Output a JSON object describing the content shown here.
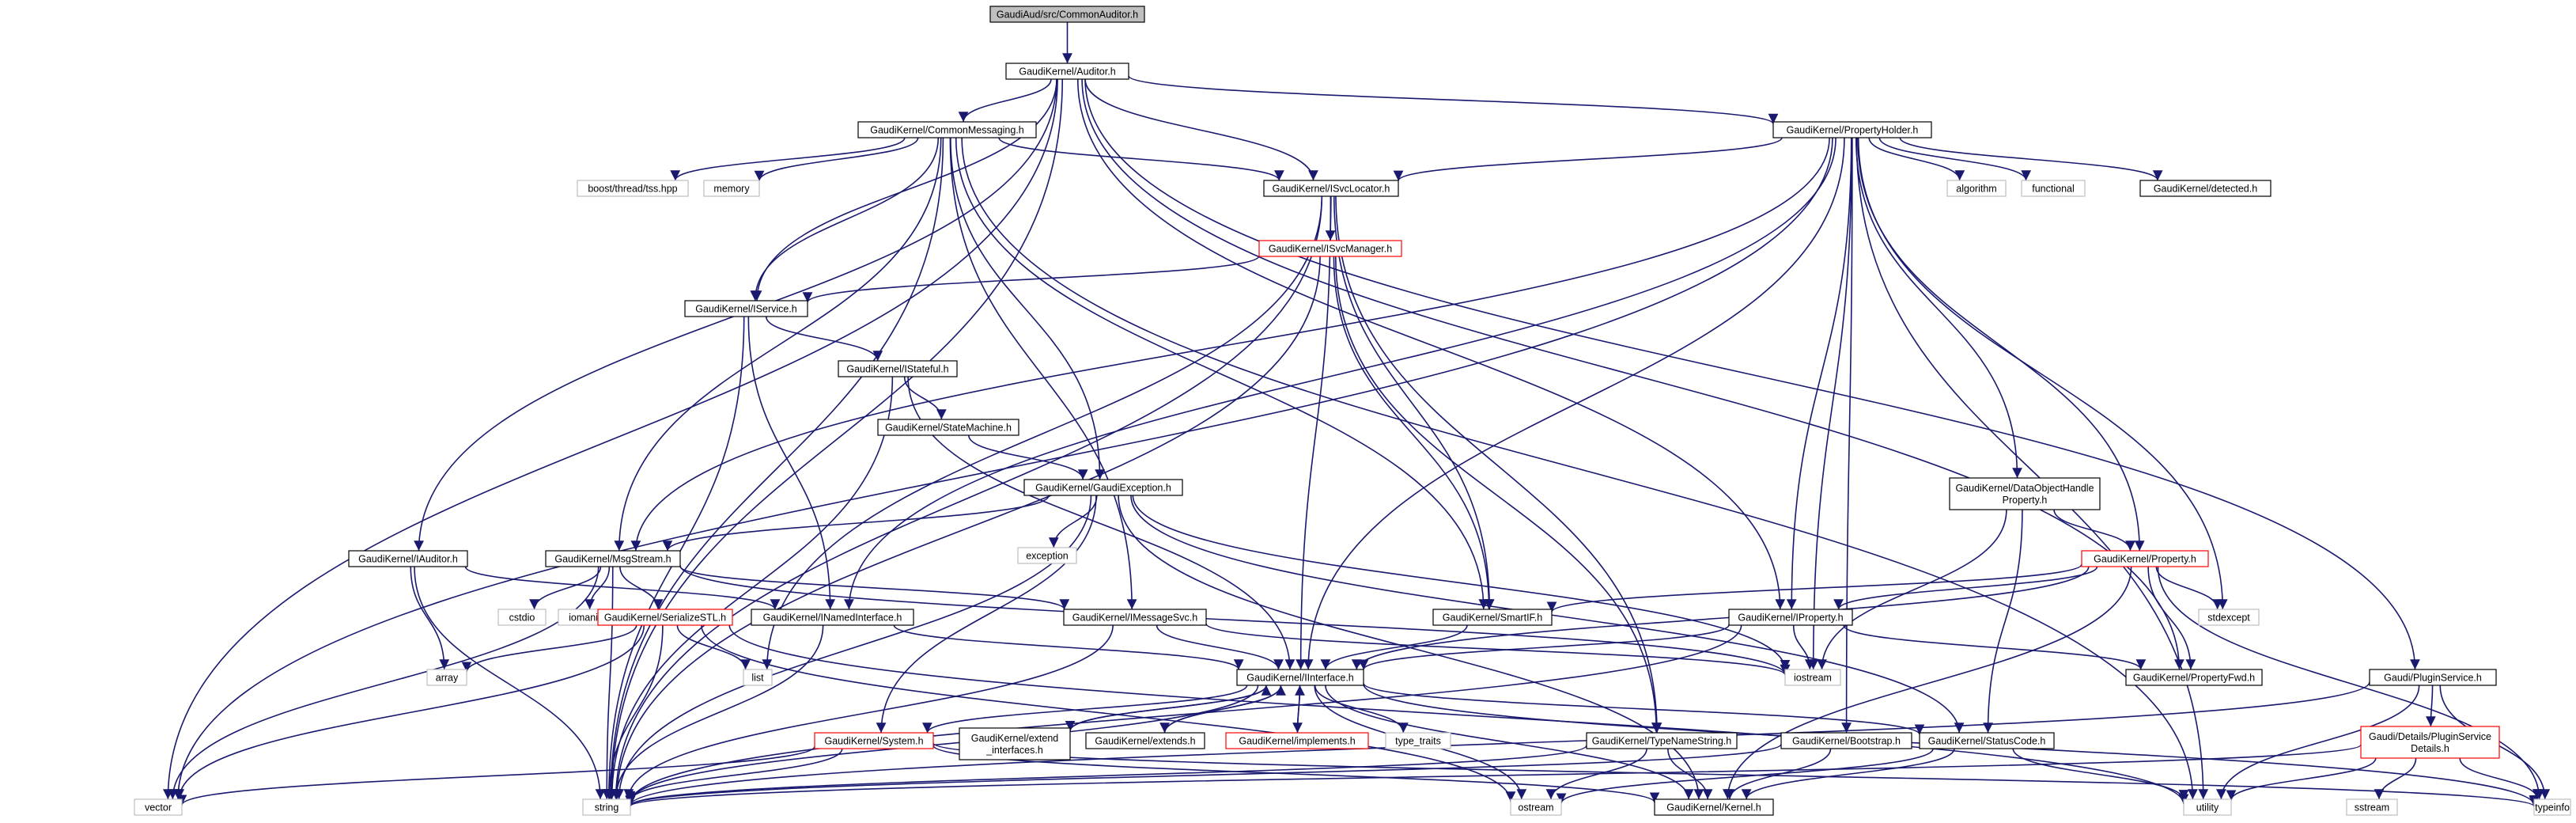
{
  "graph": {
    "nodes": [
      {
        "id": "root",
        "label": "GaudiAud/src/CommonAuditor.h",
        "kind": "root"
      },
      {
        "id": "auditor",
        "label": "GaudiKernel/Auditor.h",
        "kind": "doc"
      },
      {
        "id": "commonmsg",
        "label": "GaudiKernel/CommonMessaging.h",
        "kind": "doc"
      },
      {
        "id": "propholder",
        "label": "GaudiKernel/PropertyHolder.h",
        "kind": "doc"
      },
      {
        "id": "boost_tss",
        "label": "boost/thread/tss.hpp",
        "kind": "ext"
      },
      {
        "id": "memory",
        "label": "memory",
        "kind": "ext"
      },
      {
        "id": "isvclocator",
        "label": "GaudiKernel/ISvcLocator.h",
        "kind": "doc"
      },
      {
        "id": "algorithm",
        "label": "algorithm",
        "kind": "ext"
      },
      {
        "id": "functional",
        "label": "functional",
        "kind": "ext"
      },
      {
        "id": "detected",
        "label": "GaudiKernel/detected.h",
        "kind": "doc"
      },
      {
        "id": "isvcmanager",
        "label": "GaudiKernel/ISvcManager.h",
        "kind": "red"
      },
      {
        "id": "iservice",
        "label": "GaudiKernel/IService.h",
        "kind": "doc"
      },
      {
        "id": "istateful",
        "label": "GaudiKernel/IStateful.h",
        "kind": "doc"
      },
      {
        "id": "statemachine",
        "label": "GaudiKernel/StateMachine.h",
        "kind": "doc"
      },
      {
        "id": "gaudiexception",
        "label": "GaudiKernel/GaudiException.h",
        "kind": "doc"
      },
      {
        "id": "dataobjhandle",
        "label": "GaudiKernel/DataObjectHandle\nProperty.h",
        "kind": "doc"
      },
      {
        "id": "exception",
        "label": "exception",
        "kind": "ext"
      },
      {
        "id": "iauditor",
        "label": "GaudiKernel/IAuditor.h",
        "kind": "doc"
      },
      {
        "id": "msgstream",
        "label": "GaudiKernel/MsgStream.h",
        "kind": "doc"
      },
      {
        "id": "property",
        "label": "GaudiKernel/Property.h",
        "kind": "red"
      },
      {
        "id": "cstdio",
        "label": "cstdio",
        "kind": "ext"
      },
      {
        "id": "iomanip",
        "label": "iomanip",
        "kind": "ext"
      },
      {
        "id": "serializestl",
        "label": "GaudiKernel/SerializeSTL.h",
        "kind": "red"
      },
      {
        "id": "inamedinterface",
        "label": "GaudiKernel/INamedInterface.h",
        "kind": "doc"
      },
      {
        "id": "imessagesvc",
        "label": "GaudiKernel/IMessageSvc.h",
        "kind": "doc"
      },
      {
        "id": "smartif",
        "label": "GaudiKernel/SmartIF.h",
        "kind": "doc"
      },
      {
        "id": "iproperty",
        "label": "GaudiKernel/IProperty.h",
        "kind": "doc"
      },
      {
        "id": "stdexcept",
        "label": "stdexcept",
        "kind": "ext"
      },
      {
        "id": "array",
        "label": "array",
        "kind": "ext"
      },
      {
        "id": "list",
        "label": "list",
        "kind": "ext"
      },
      {
        "id": "iostream",
        "label": "iostream",
        "kind": "ext"
      },
      {
        "id": "propertyfwd",
        "label": "GaudiKernel/PropertyFwd.h",
        "kind": "doc"
      },
      {
        "id": "pluginservice",
        "label": "Gaudi/PluginService.h",
        "kind": "doc"
      },
      {
        "id": "iinterface",
        "label": "GaudiKernel/IInterface.h",
        "kind": "doc"
      },
      {
        "id": "system",
        "label": "GaudiKernel/System.h",
        "kind": "red"
      },
      {
        "id": "extend_if",
        "label": "GaudiKernel/extend\n_interfaces.h",
        "kind": "doc"
      },
      {
        "id": "extends",
        "label": "GaudiKernel/extends.h",
        "kind": "doc"
      },
      {
        "id": "implements",
        "label": "GaudiKernel/implements.h",
        "kind": "red"
      },
      {
        "id": "type_traits",
        "label": "type_traits",
        "kind": "ext"
      },
      {
        "id": "typenamestring",
        "label": "GaudiKernel/TypeNameString.h",
        "kind": "doc"
      },
      {
        "id": "bootstrap",
        "label": "GaudiKernel/Bootstrap.h",
        "kind": "doc"
      },
      {
        "id": "statuscode",
        "label": "GaudiKernel/StatusCode.h",
        "kind": "doc"
      },
      {
        "id": "plugindetails",
        "label": "Gaudi/Details/PluginService\nDetails.h",
        "kind": "red"
      },
      {
        "id": "vector",
        "label": "vector",
        "kind": "ext"
      },
      {
        "id": "string",
        "label": "string",
        "kind": "ext"
      },
      {
        "id": "ostream",
        "label": "ostream",
        "kind": "ext"
      },
      {
        "id": "kernel",
        "label": "GaudiKernel/Kernel.h",
        "kind": "doc"
      },
      {
        "id": "utility",
        "label": "utility",
        "kind": "ext"
      },
      {
        "id": "sstream",
        "label": "sstream",
        "kind": "ext"
      },
      {
        "id": "typeinfo",
        "label": "typeinfo",
        "kind": "ext"
      }
    ],
    "edges": [
      [
        "root",
        "auditor"
      ],
      [
        "auditor",
        "commonmsg"
      ],
      [
        "auditor",
        "propholder"
      ],
      [
        "auditor",
        "isvclocator"
      ],
      [
        "auditor",
        "iservice"
      ],
      [
        "auditor",
        "iauditor"
      ],
      [
        "auditor",
        "iproperty"
      ],
      [
        "auditor",
        "propertyfwd"
      ],
      [
        "auditor",
        "pluginservice"
      ],
      [
        "auditor",
        "vector"
      ],
      [
        "auditor",
        "string"
      ],
      [
        "commonmsg",
        "boost_tss"
      ],
      [
        "commonmsg",
        "memory"
      ],
      [
        "commonmsg",
        "isvclocator"
      ],
      [
        "commonmsg",
        "iservice"
      ],
      [
        "commonmsg",
        "gaudiexception"
      ],
      [
        "commonmsg",
        "msgstream"
      ],
      [
        "commonmsg",
        "imessagesvc"
      ],
      [
        "commonmsg",
        "smartif"
      ],
      [
        "commonmsg",
        "utility"
      ],
      [
        "commonmsg",
        "string"
      ],
      [
        "propholder",
        "isvclocator"
      ],
      [
        "propholder",
        "algorithm"
      ],
      [
        "propholder",
        "functional"
      ],
      [
        "propholder",
        "detected"
      ],
      [
        "propholder",
        "dataobjhandle"
      ],
      [
        "propholder",
        "property"
      ],
      [
        "propholder",
        "iproperty"
      ],
      [
        "propholder",
        "stdexcept"
      ],
      [
        "propholder",
        "msgstream"
      ],
      [
        "propholder",
        "inamedinterface"
      ],
      [
        "propholder",
        "iinterface"
      ],
      [
        "propholder",
        "bootstrap"
      ],
      [
        "propholder",
        "iostream"
      ],
      [
        "propholder",
        "utility"
      ],
      [
        "propholder",
        "vector"
      ],
      [
        "isvclocator",
        "isvcmanager"
      ],
      [
        "isvclocator",
        "smartif"
      ],
      [
        "isvclocator",
        "typenamestring"
      ],
      [
        "isvclocator",
        "iinterface"
      ],
      [
        "isvclocator",
        "list"
      ],
      [
        "isvclocator",
        "string"
      ],
      [
        "isvcmanager",
        "iservice"
      ],
      [
        "isvcmanager",
        "smartif"
      ],
      [
        "isvcmanager",
        "typenamestring"
      ],
      [
        "isvcmanager",
        "string"
      ],
      [
        "iservice",
        "istateful"
      ],
      [
        "iservice",
        "inamedinterface"
      ],
      [
        "iservice",
        "string"
      ],
      [
        "istateful",
        "statemachine"
      ],
      [
        "istateful",
        "iinterface"
      ],
      [
        "istateful",
        "string"
      ],
      [
        "statemachine",
        "gaudiexception"
      ],
      [
        "gaudiexception",
        "msgstream"
      ],
      [
        "gaudiexception",
        "exception"
      ],
      [
        "gaudiexception",
        "system"
      ],
      [
        "gaudiexception",
        "statuscode"
      ],
      [
        "gaudiexception",
        "kernel"
      ],
      [
        "gaudiexception",
        "iostream"
      ],
      [
        "gaudiexception",
        "string"
      ],
      [
        "dataobjhandle",
        "property"
      ],
      [
        "dataobjhandle",
        "statuscode"
      ],
      [
        "dataobjhandle",
        "iostream"
      ],
      [
        "iauditor",
        "inamedinterface"
      ],
      [
        "iauditor",
        "array"
      ],
      [
        "iauditor",
        "string"
      ],
      [
        "msgstream",
        "cstdio"
      ],
      [
        "msgstream",
        "iomanip"
      ],
      [
        "msgstream",
        "serializestl"
      ],
      [
        "msgstream",
        "imessagesvc"
      ],
      [
        "msgstream",
        "iostream"
      ],
      [
        "msgstream",
        "string"
      ],
      [
        "msgstream",
        "vector"
      ],
      [
        "property",
        "smartif"
      ],
      [
        "property",
        "iproperty"
      ],
      [
        "property",
        "stdexcept"
      ],
      [
        "property",
        "propertyfwd"
      ],
      [
        "property",
        "kernel"
      ],
      [
        "property",
        "iinterface"
      ],
      [
        "property",
        "typeinfo"
      ],
      [
        "serializestl",
        "array"
      ],
      [
        "serializestl",
        "list"
      ],
      [
        "serializestl",
        "ostream"
      ],
      [
        "serializestl",
        "vector"
      ],
      [
        "serializestl",
        "string"
      ],
      [
        "serializestl",
        "utility"
      ],
      [
        "inamedinterface",
        "iinterface"
      ],
      [
        "inamedinterface",
        "string"
      ],
      [
        "imessagesvc",
        "iinterface"
      ],
      [
        "imessagesvc",
        "iostream"
      ],
      [
        "imessagesvc",
        "string"
      ],
      [
        "smartif",
        "iinterface"
      ],
      [
        "iproperty",
        "iinterface"
      ],
      [
        "iproperty",
        "propertyfwd"
      ],
      [
        "iproperty",
        "iostream"
      ],
      [
        "iproperty",
        "string"
      ],
      [
        "pluginservice",
        "plugindetails"
      ],
      [
        "pluginservice",
        "string"
      ],
      [
        "pluginservice",
        "utility"
      ],
      [
        "pluginservice",
        "typeinfo"
      ],
      [
        "iinterface",
        "system"
      ],
      [
        "iinterface",
        "extend_if"
      ],
      [
        "iinterface",
        "extends"
      ],
      [
        "iinterface",
        "implements"
      ],
      [
        "iinterface",
        "type_traits"
      ],
      [
        "iinterface",
        "statuscode"
      ],
      [
        "iinterface",
        "kernel"
      ],
      [
        "iinterface",
        "ostream"
      ],
      [
        "iinterface",
        "typeinfo"
      ],
      [
        "iinterface",
        "string"
      ],
      [
        "extend_if",
        "iinterface"
      ],
      [
        "extends",
        "iinterface"
      ],
      [
        "implements",
        "iinterface"
      ],
      [
        "system",
        "kernel"
      ],
      [
        "system",
        "string"
      ],
      [
        "system",
        "vector"
      ],
      [
        "system",
        "typeinfo"
      ],
      [
        "typenamestring",
        "kernel"
      ],
      [
        "typenamestring",
        "string"
      ],
      [
        "typenamestring",
        "ostream"
      ],
      [
        "bootstrap",
        "kernel"
      ],
      [
        "bootstrap",
        "string"
      ],
      [
        "statuscode",
        "kernel"
      ],
      [
        "statuscode",
        "ostream"
      ],
      [
        "statuscode",
        "utility"
      ],
      [
        "plugindetails",
        "string"
      ],
      [
        "plugindetails",
        "sstream"
      ],
      [
        "plugindetails",
        "typeinfo"
      ],
      [
        "plugindetails",
        "utility"
      ]
    ]
  }
}
